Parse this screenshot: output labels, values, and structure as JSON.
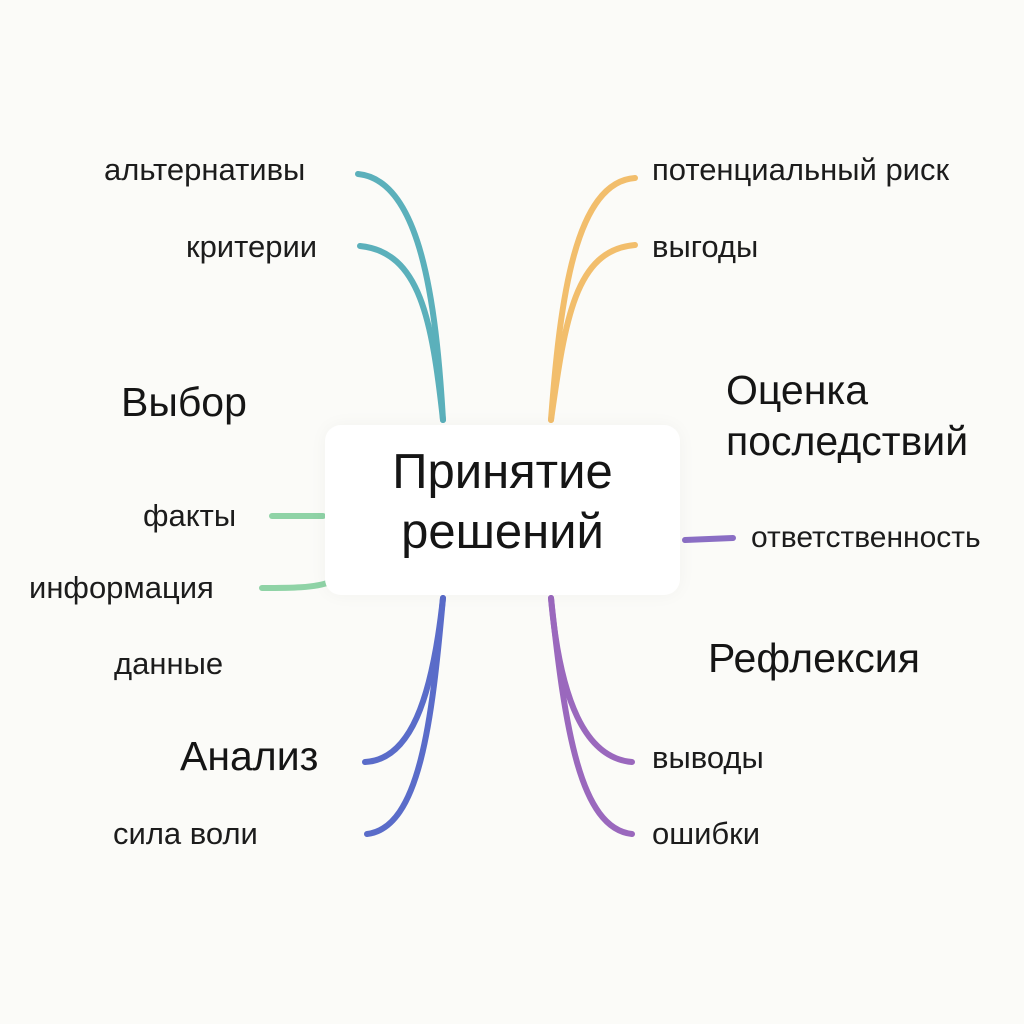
{
  "center": {
    "line1": "Принятие",
    "line2": "решений"
  },
  "categories": {
    "choice": "Выбор",
    "consequences_line1": "Оценка",
    "consequences_line2": "последствий",
    "analysis": "Анализ",
    "reflection": "Рефлексия"
  },
  "leaves": {
    "alternatives": "альтернативы",
    "criteria": "критерии",
    "potential_risk": "потенциальный риск",
    "benefits": "выгоды",
    "facts": "факты",
    "information": "информация",
    "data": "данные",
    "responsibility": "ответственность",
    "willpower": "сила воли",
    "conclusions": "выводы",
    "mistakes": "ошибки"
  },
  "colors": {
    "choice_branch": "#5bb0bb",
    "consequences_branch": "#f2be6c",
    "info_branch": "#8fd3a6",
    "analysis_branch": "#5a6cc9",
    "reflection_branch": "#9a68bd",
    "responsibility_branch": "#8a6ec4",
    "background": "#fbfbf8"
  }
}
